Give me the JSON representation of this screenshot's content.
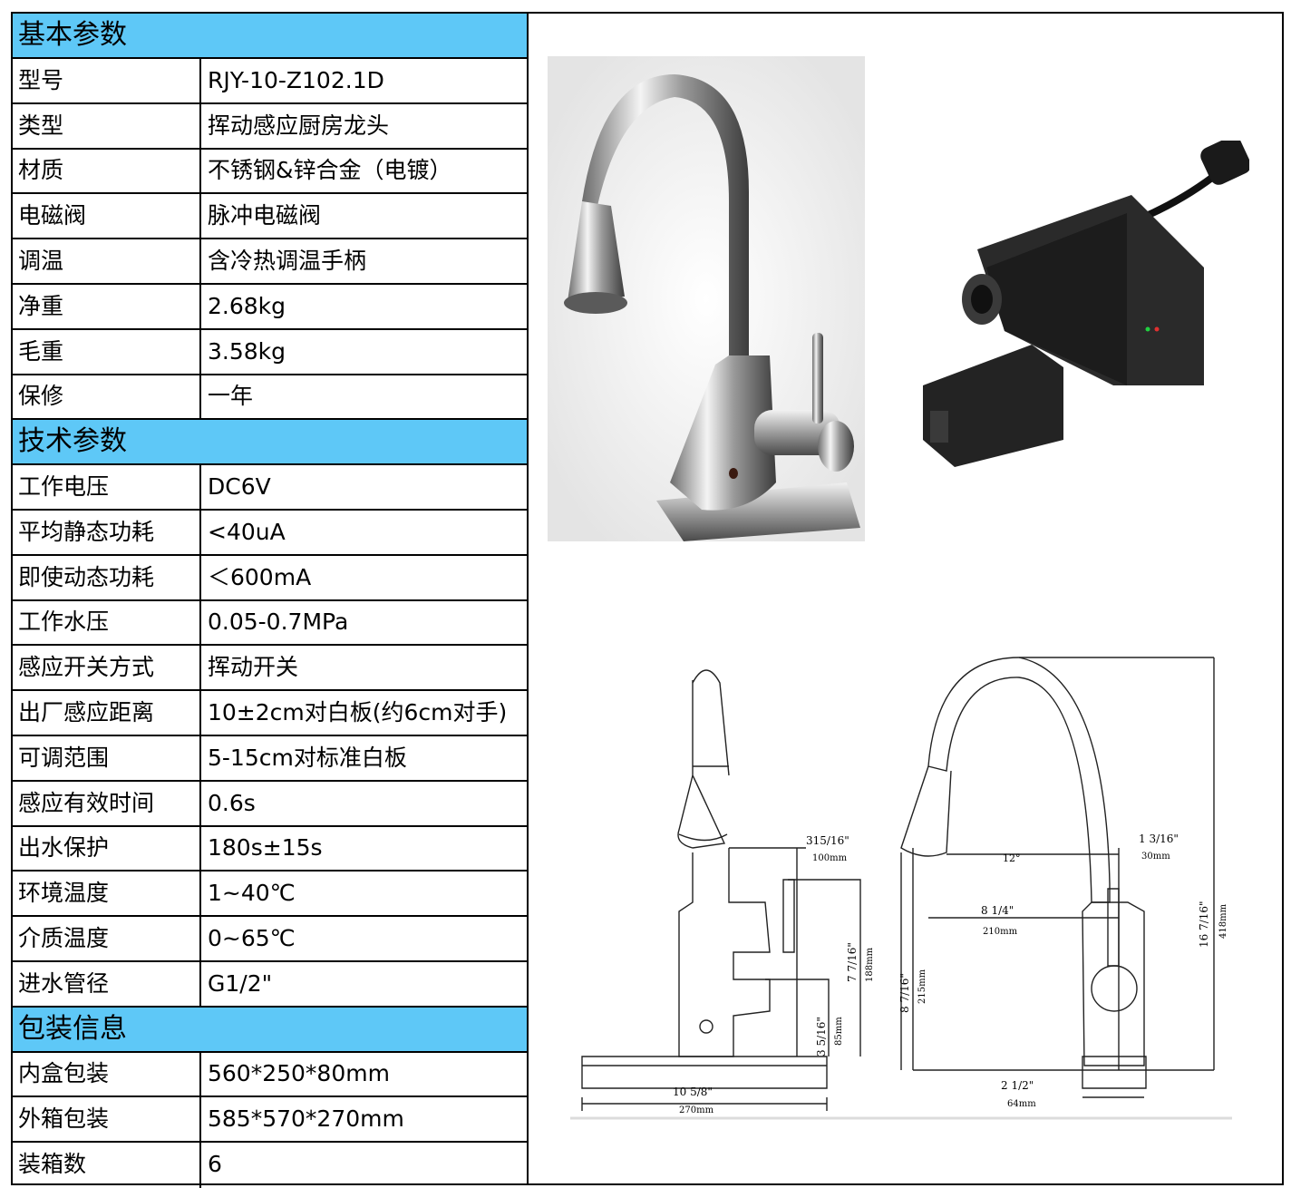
{
  "sections": [
    {
      "title": "基本参数",
      "rows": [
        {
          "label": "型号",
          "value": "RJY-10-Z102.1D"
        },
        {
          "label": "类型",
          "value": "挥动感应厨房龙头"
        },
        {
          "label": "材质",
          "value": "不锈钢&锌合金（电镀）"
        },
        {
          "label": "电磁阀",
          "value": "脉冲电磁阀"
        },
        {
          "label": "调温",
          "value": "含冷热调温手柄"
        },
        {
          "label": "净重",
          "value": "2.68kg"
        },
        {
          "label": "毛重",
          "value": "3.58kg"
        },
        {
          "label": "保修",
          "value": "一年"
        }
      ]
    },
    {
      "title": "技术参数",
      "rows": [
        {
          "label": "工作电压",
          "value": "DC6V"
        },
        {
          "label": "平均静态功耗",
          "value": "<40uA"
        },
        {
          "label": "即使动态功耗",
          "value": "＜600mA"
        },
        {
          "label": "工作水压",
          "value": "0.05-0.7MPa"
        },
        {
          "label": "感应开关方式",
          "value": "挥动开关"
        },
        {
          "label": "出厂感应距离",
          "value": "10±2cm对白板(约6cm对手)"
        },
        {
          "label": "可调范围",
          "value": "5-15cm对标准白板"
        },
        {
          "label": "感应有效时间",
          "value": "0.6s"
        },
        {
          "label": "出水保护",
          "value": "180s±15s"
        },
        {
          "label": "环境温度",
          "value": "1~40℃"
        },
        {
          "label": "介质温度",
          "value": "0~65℃"
        },
        {
          "label": "进水管径",
          "value": "G1/2\""
        }
      ]
    },
    {
      "title": "包装信息",
      "rows": [
        {
          "label": "内盒包装",
          "value": "560*250*80mm"
        },
        {
          "label": "外箱包装",
          "value": "585*570*270mm"
        },
        {
          "label": "装箱数",
          "value": "6"
        }
      ]
    }
  ],
  "drawing": {
    "dims": {
      "spout_reach_in": "315/16\"",
      "spout_reach_mm": "100mm",
      "body_height_in": "7 7/16\"",
      "body_height_mm": "188mm",
      "sensor_height_in": "3 5/16\"",
      "sensor_height_mm": "85mm",
      "plate_width_in": "10 5/8\"",
      "plate_width_mm": "270mm",
      "offset_in": "1 3/16\"",
      "offset_mm": "30mm",
      "angle": "12°",
      "reach_in": "8 1/4\"",
      "reach_mm": "210mm",
      "outlet_height_in": "8 7/16\"",
      "outlet_height_mm": "215mm",
      "total_height_in": "16 7/16\"",
      "total_height_mm": "418mm",
      "base_width_in": "2 1/2\"",
      "base_width_mm": "64mm"
    }
  }
}
